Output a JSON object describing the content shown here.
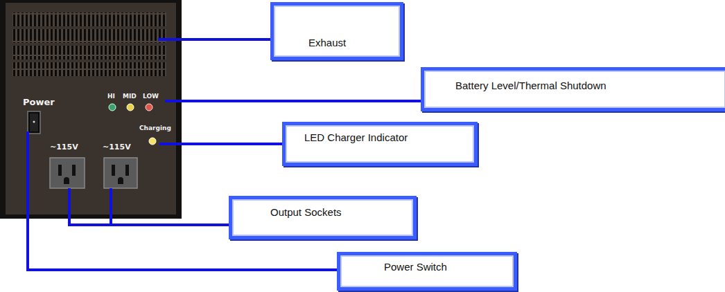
{
  "diagram": {
    "nodes": [
      {
        "text": [
          "Exhaust"
        ]
      },
      {
        "text": [
          "Battery Level/Thermal Shutdown"
        ]
      },
      {
        "text": [
          "LED Charger Indicator"
        ]
      },
      {
        "text": [
          "Output Sockets"
        ]
      },
      {
        "text": [
          "Power Switch"
        ]
      }
    ],
    "labels": [
      "Power",
      "HI",
      "MID",
      "LOW",
      "Charging",
      "~115V",
      "~115V"
    ]
  }
}
